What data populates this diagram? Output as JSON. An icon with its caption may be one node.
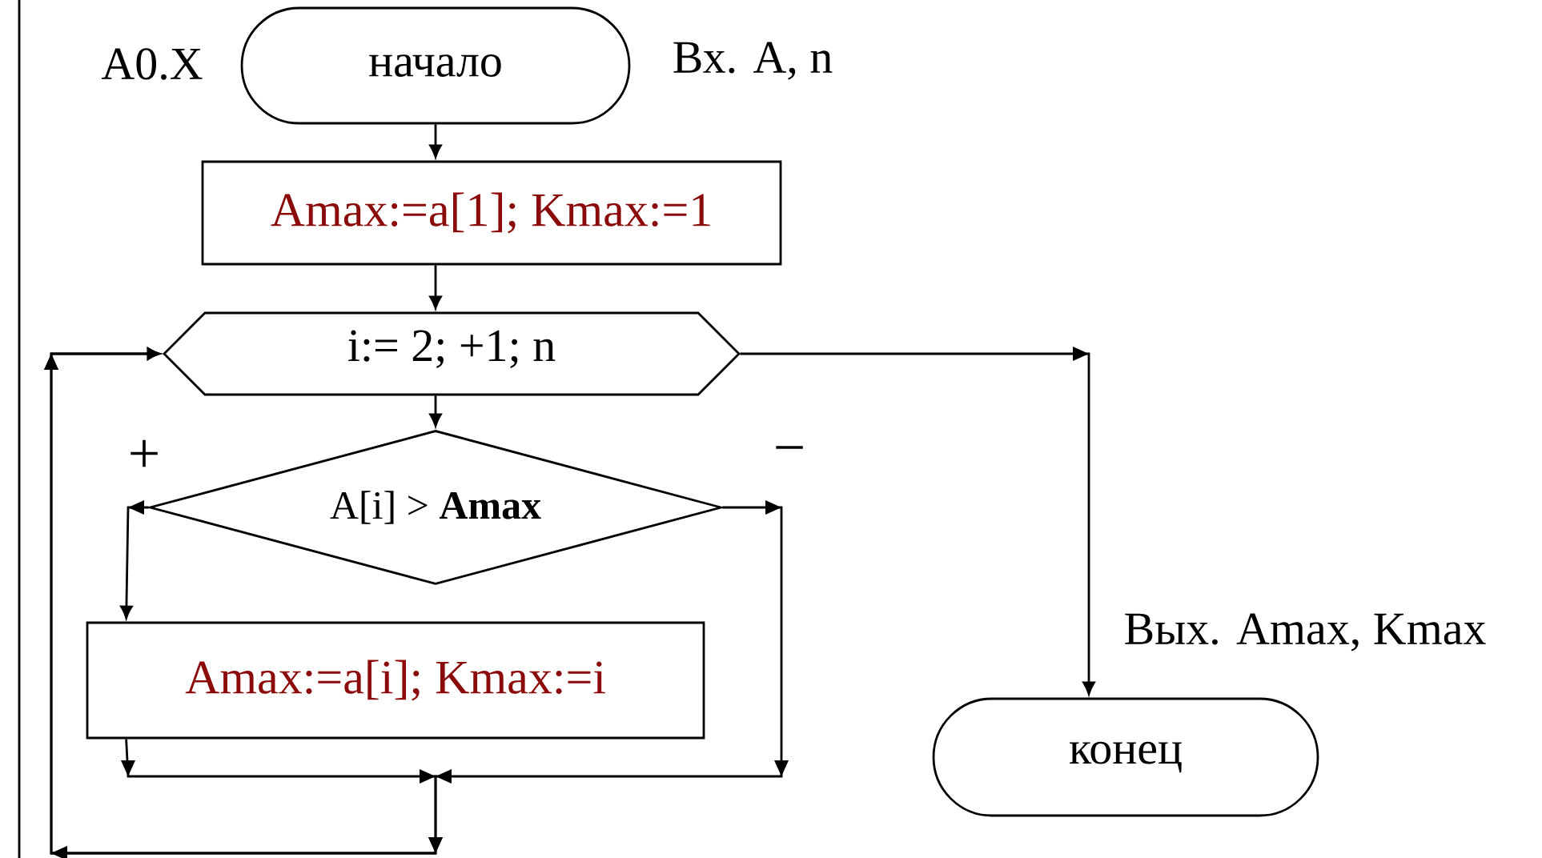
{
  "diagram": {
    "nodes": [
      {
        "text": [
          "начало"
        ],
        "beside": [
          "Вх. A, n"
        ]
      },
      {
        "text": [
          "Amax:=a[1]; Kmax:=1"
        ]
      },
      {
        "text": [
          "i:= 2; +1; n"
        ]
      },
      {
        "text": [
          "A[i] > **Amax**"
        ]
      },
      {
        "text": [
          "Amax:=a[i]; Kmax:=i"
        ]
      },
      {
        "text": [
          "конец"
        ],
        "beside": [
          "Вых. Amax, Kmax"
        ]
      }
    ],
    "edges": [
      {
        "from": 0,
        "to": 1,
        "arrow": "to"
      },
      {
        "from": 1,
        "to": 2,
        "arrow": "to"
      },
      {
        "from": 2,
        "to": 3,
        "arrow": "to"
      },
      {
        "from": 3,
        "to": 4,
        "arrow": "to",
        "label": "+"
      },
      {
        "from": 3,
        "to": 2,
        "arrow": "to",
        "label": "−"
      },
      {
        "from": 4,
        "to": 2,
        "arrow": "to"
      },
      {
        "from": 2,
        "to": 5,
        "arrow": "to"
      }
    ],
    "labels": [
      "A0.X"
    ]
  }
}
